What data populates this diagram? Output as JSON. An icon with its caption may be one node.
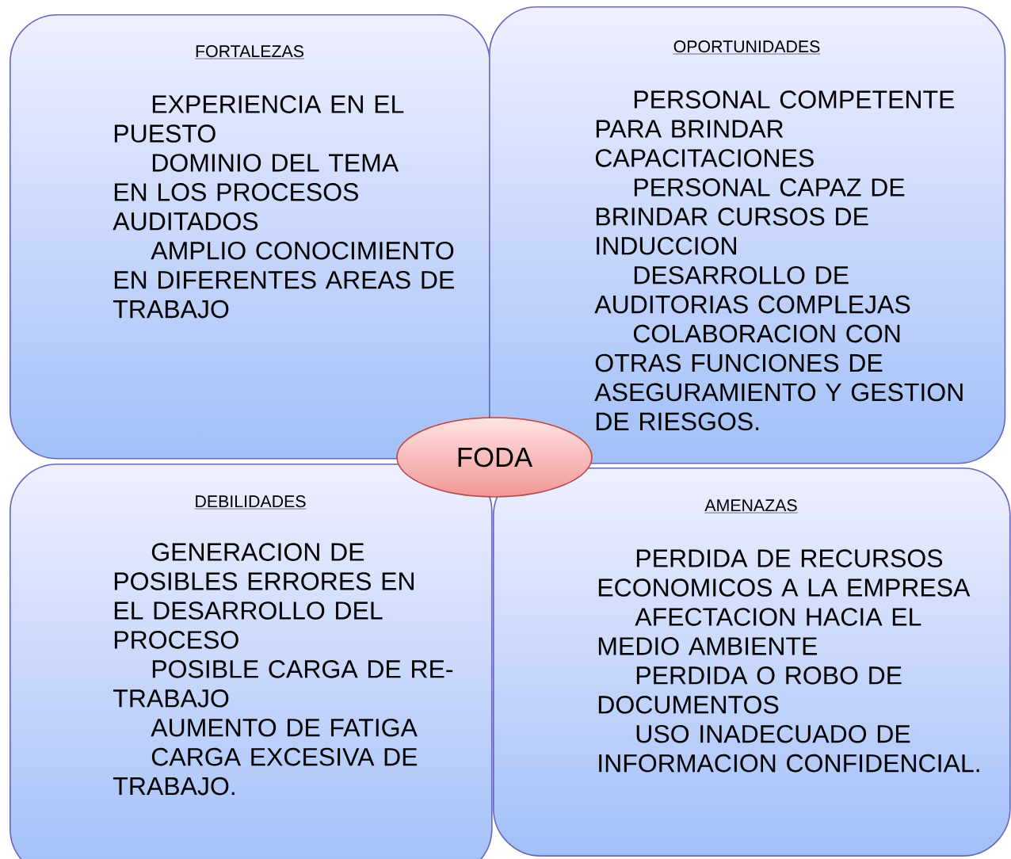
{
  "diagram": {
    "nodes": [
      {
        "text": [
          "FORTALEZAS",
          "EXPERIENCIA EN EL PUESTO",
          "DOMINIO DEL TEMA EN LOS PROCESOS AUDITADOS",
          "AMPLIO CONOCIMIENTO EN DIFERENTES AREAS DE TRABAJO"
        ]
      },
      {
        "text": [
          "OPORTUNIDADES",
          "PERSONAL COMPETENTE PARA BRINDAR CAPACITACIONES",
          "PERSONAL CAPAZ DE BRINDAR CURSOS DE INDUCCION",
          "DESARROLLO DE AUDITORIAS COMPLEJAS",
          "COLABORACION CON OTRAS FUNCIONES DE ASEGURAMIENTO Y GESTION DE RIESGOS."
        ]
      },
      {
        "text": [
          "FODA"
        ]
      },
      {
        "text": [
          "DEBILIDADES",
          "GENERACION DE POSIBLES ERRORES EN EL DESARROLLO DEL PROCESO",
          "POSIBLE CARGA DE RE-TRABAJO",
          "AUMENTO DE FATIGA",
          "CARGA EXCESIVA DE TRABAJO."
        ]
      },
      {
        "text": [
          "AMENAZAS",
          "PERDIDA DE RECURSOS ECONOMICOS A LA EMPRESA",
          "AFECTACION HACIA EL MEDIO AMBIENTE",
          "PERDIDA O ROBO DE DOCUMENTOS",
          "USO INADECUADO DE INFORMACION CONFIDENCIAL."
        ]
      }
    ]
  }
}
